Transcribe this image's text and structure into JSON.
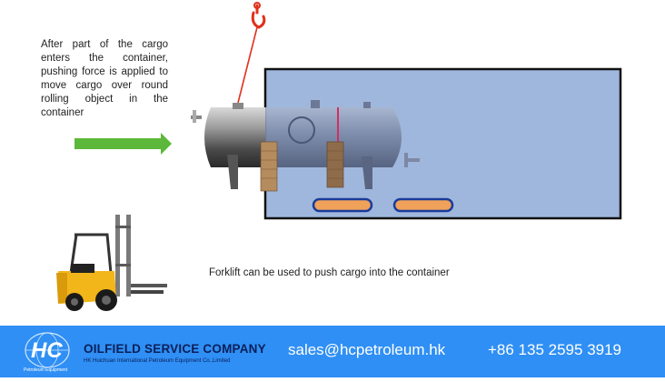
{
  "diagram": {
    "caption_top": "After part of the cargo enters the container, pushing force is applied to move cargo over round rolling object in the container",
    "caption_forklift": "Forklift can be used to push cargo into the container"
  },
  "footer": {
    "logo_text": "HC",
    "logo_subtext": "Petroleum Equipment",
    "company_name": "OILFIELD SERVICE COMPANY",
    "company_subtitle": "HK Huichuan International Petroleum Equipment Co.,Limited",
    "email": "sales@hcpetroleum.hk",
    "phone": "+86 135 2595 3919"
  },
  "colors": {
    "container_fill": "#9fb7dc",
    "container_border": "#111111",
    "arrow_green": "#5cb83a",
    "hook_red": "#e0321c",
    "footer_blue": "#2f8ff4",
    "roller_orange": "#f0a15a"
  }
}
